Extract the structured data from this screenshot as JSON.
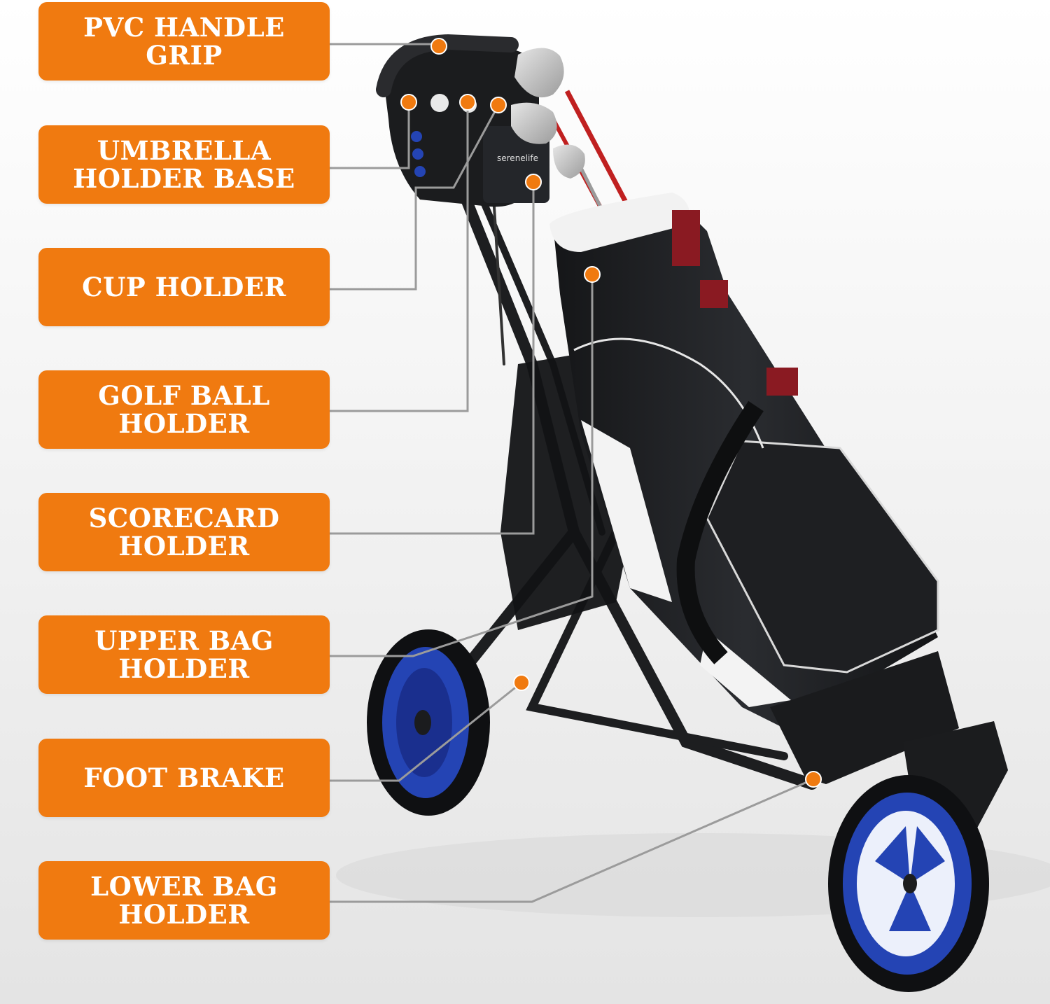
{
  "colors": {
    "callout_bg": "#f07a10",
    "leader_line": "#9b9b9b",
    "marker_dot": "#f07a10",
    "wheel_accent": "#2444b4",
    "bag_body": "#1a1b1d",
    "bag_trim": "#f4f4f4",
    "strap_red": "#8a1a22"
  },
  "product": {
    "brand_mark": "serenelife",
    "icons": [
      "golf-trolley-image",
      "golf-bag-image",
      "golf-club-icon",
      "wheel-icon"
    ]
  },
  "callouts": [
    {
      "id": "pvc-handle-grip",
      "lines": [
        "PVC HANDLE",
        "GRIP"
      ]
    },
    {
      "id": "umbrella-holder-base",
      "lines": [
        "UMBRELLA",
        "HOLDER BASE"
      ]
    },
    {
      "id": "cup-holder",
      "lines": [
        "CUP HOLDER"
      ]
    },
    {
      "id": "golf-ball-holder",
      "lines": [
        "GOLF BALL",
        "HOLDER"
      ]
    },
    {
      "id": "scorecard-holder",
      "lines": [
        "SCORECARD",
        "HOLDER"
      ]
    },
    {
      "id": "upper-bag-holder",
      "lines": [
        "UPPER BAG",
        "HOLDER"
      ]
    },
    {
      "id": "foot-brake",
      "lines": [
        "FOOT BRAKE"
      ]
    },
    {
      "id": "lower-bag-holder",
      "lines": [
        "LOWER BAG",
        "HOLDER"
      ]
    }
  ]
}
